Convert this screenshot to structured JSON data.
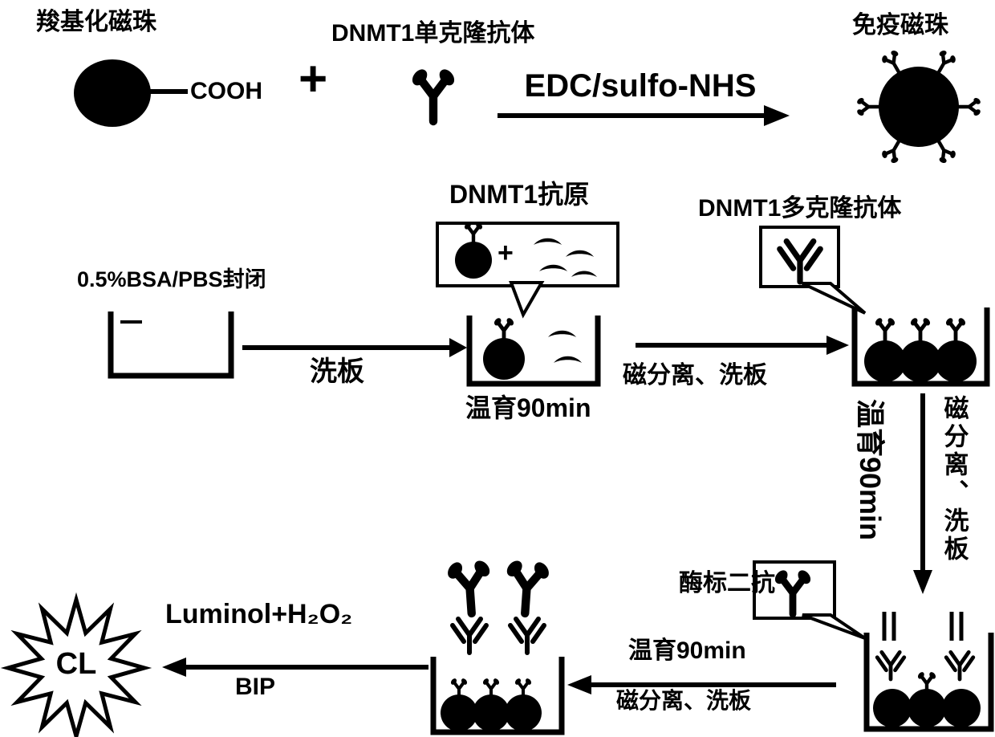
{
  "colors": {
    "ink": "#000000",
    "paper": "#ffffff"
  },
  "top_row": {
    "carboxyl_bead_label": "羧基化磁珠",
    "cooh_label": "COOH",
    "plus_sign": "+",
    "monoclonal_label": "DNMT1单克隆抗体",
    "reaction_label": "EDC/sulfo-NHS",
    "immunobead_label": "免疫磁珠"
  },
  "middle_row": {
    "blocking_label": "0.5%BSA/PBS封闭",
    "wash_label": "洗板",
    "antigen_label": "DNMT1抗原",
    "antigen_plus_sign": "+",
    "incubate_label": "温育90min",
    "magsep_label": "磁分离、洗板",
    "polyclonal_label": "DNMT1多克隆抗体"
  },
  "vertical_step": {
    "incubate_label": "温育90min",
    "magsep_label": "磁分离、洗板"
  },
  "bottom_row": {
    "enzyme_antibody_label": "酶标二抗",
    "incubate_label": "温育90min",
    "magsep_label": "磁分离、洗板",
    "luminol_label": "Luminol+H₂O₂",
    "bip_label": "BIP",
    "cl_label": "CL"
  }
}
